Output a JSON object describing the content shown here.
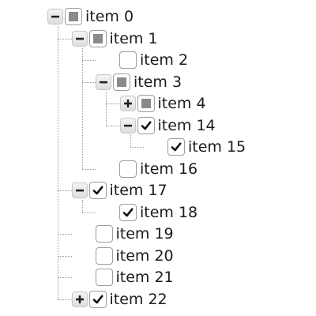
{
  "tree": {
    "nodes": [
      {
        "label": "item 0",
        "depth": 0,
        "toggle": "minus",
        "check": "partial",
        "last": false
      },
      {
        "label": "item 1",
        "depth": 1,
        "toggle": "minus",
        "check": "partial",
        "last": false
      },
      {
        "label": "item 2",
        "depth": 2,
        "toggle": null,
        "check": "unchecked",
        "last": false
      },
      {
        "label": "item 3",
        "depth": 2,
        "toggle": "minus",
        "check": "partial",
        "last": false
      },
      {
        "label": "item 4",
        "depth": 3,
        "toggle": "plus",
        "check": "partial",
        "last": false
      },
      {
        "label": "item 14",
        "depth": 3,
        "toggle": "minus",
        "check": "checked",
        "last": true
      },
      {
        "label": "item 15",
        "depth": 4,
        "toggle": null,
        "check": "checked",
        "last": true
      },
      {
        "label": "item 16",
        "depth": 2,
        "toggle": null,
        "check": "unchecked",
        "last": true
      },
      {
        "label": "item 17",
        "depth": 1,
        "toggle": "minus",
        "check": "checked",
        "last": false
      },
      {
        "label": "item 18",
        "depth": 2,
        "toggle": null,
        "check": "checked",
        "last": true
      },
      {
        "label": "item 19",
        "depth": 1,
        "toggle": null,
        "check": "unchecked",
        "last": false
      },
      {
        "label": "item 20",
        "depth": 1,
        "toggle": null,
        "check": "unchecked",
        "last": false
      },
      {
        "label": "item 21",
        "depth": 1,
        "toggle": null,
        "check": "unchecked",
        "last": false
      },
      {
        "label": "item 22",
        "depth": 1,
        "toggle": "plus",
        "check": "checked",
        "last": true
      }
    ]
  },
  "colors": {
    "text": "#1c1c1c",
    "connector": "#9a9a9a",
    "partial": "#8a8a8a",
    "check": "#111111"
  },
  "icons": {
    "collapse": "minus-icon",
    "expand": "plus-icon",
    "checked": "checkmark-icon",
    "partial": "partial-square-icon"
  }
}
